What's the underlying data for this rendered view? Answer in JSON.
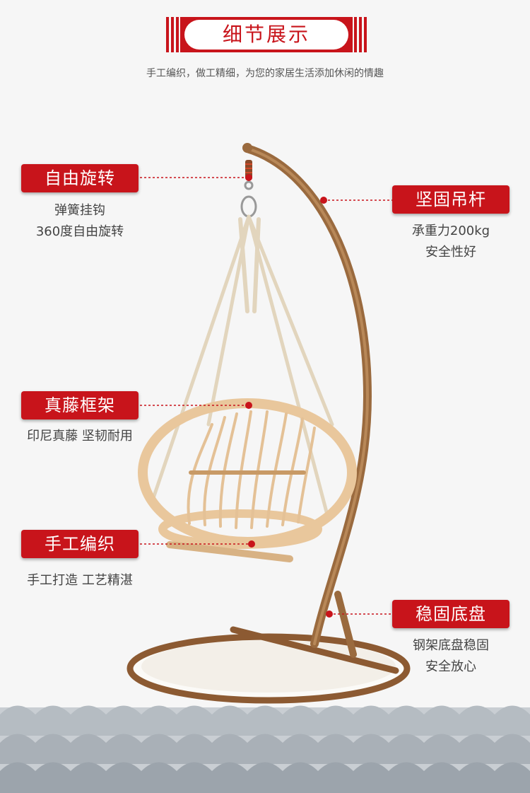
{
  "header": {
    "title": "细节展示",
    "subtitle": "手工编织，做工精细，为您的家居生活添加休闲的情趣"
  },
  "features": [
    {
      "label": "自由旋转",
      "lines": [
        "弹簧挂钩",
        "360度自由旋转"
      ]
    },
    {
      "label": "坚固吊杆",
      "lines": [
        "承重力200kg",
        "安全性好"
      ]
    },
    {
      "label": "真藤框架",
      "lines": [
        "印尼真藤 坚韧耐用"
      ]
    },
    {
      "label": "手工编织",
      "lines": [
        "手工打造 工艺精湛"
      ]
    },
    {
      "label": "稳固底盘",
      "lines": [
        "钢架底盘稳固",
        "安全放心"
      ]
    }
  ],
  "colors": {
    "accent": "#c8141b",
    "frame": "#9a6a3e",
    "rattan": "#e7c79f"
  }
}
